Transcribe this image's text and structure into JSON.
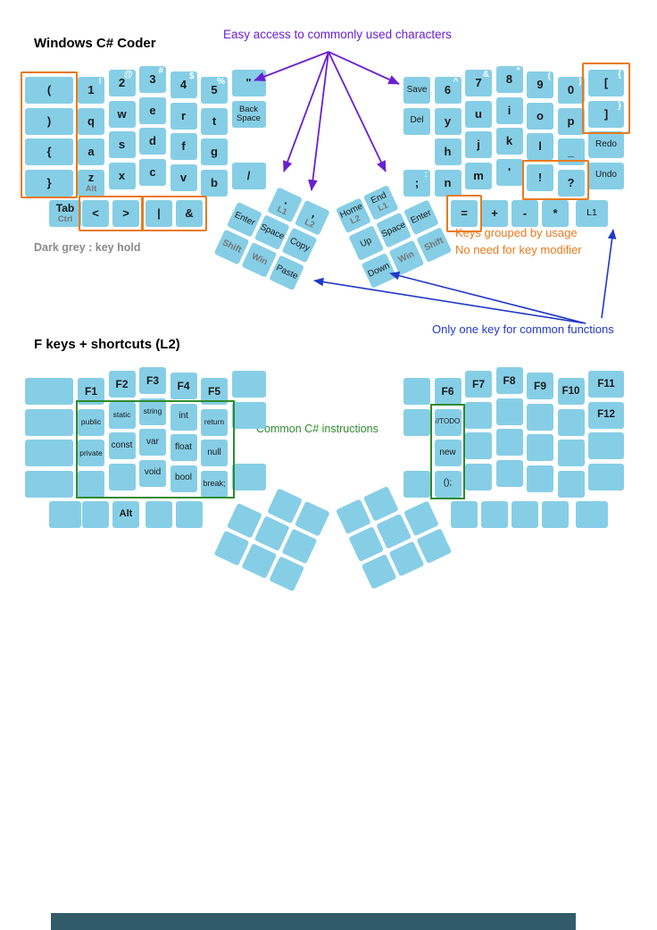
{
  "titles": {
    "layer1": "Windows C# Coder",
    "layer2": "F keys + shortcuts (L2)"
  },
  "annotations": {
    "easy_access": "Easy access to commonly used characters",
    "dark_grey_note": "Dark grey : key hold",
    "grouped_line1": "Keys grouped by usage",
    "grouped_line2": "No need for key modifier",
    "one_key_note": "Only one key for common functions",
    "csharp_note": "Common C# instructions"
  },
  "colors": {
    "key_fill": "#86CEE6",
    "highlight_orange": "#E87A1E",
    "annotation_purple": "#6A1FD1",
    "annotation_blue": "#2038C8",
    "annotation_green": "#2E8B2E",
    "hold_grey": "#767676",
    "bottom_bar": "#305C69"
  },
  "layer1": {
    "left": {
      "main": [
        {
          "r": 0,
          "c": 0,
          "t": "("
        },
        {
          "r": 0,
          "c": 1,
          "t": "1",
          "s": "!"
        },
        {
          "r": 0,
          "c": 2,
          "t": "2",
          "s": "@"
        },
        {
          "r": 0,
          "c": 3,
          "t": "3",
          "s": "#"
        },
        {
          "r": 0,
          "c": 4,
          "t": "4",
          "s": "$"
        },
        {
          "r": 0,
          "c": 5,
          "t": "5",
          "s": "%"
        },
        {
          "r": 0,
          "c": 6,
          "t": "\""
        },
        {
          "r": 1,
          "c": 0,
          "t": ")"
        },
        {
          "r": 1,
          "c": 1,
          "t": "q"
        },
        {
          "r": 1,
          "c": 2,
          "t": "w"
        },
        {
          "r": 1,
          "c": 3,
          "t": "e"
        },
        {
          "r": 1,
          "c": 4,
          "t": "r"
        },
        {
          "r": 1,
          "c": 5,
          "t": "t"
        },
        {
          "r": 1,
          "c": 6,
          "t": "Back Space",
          "fs": 9.5
        },
        {
          "r": 2,
          "c": 0,
          "t": "{"
        },
        {
          "r": 2,
          "c": 1,
          "t": "a"
        },
        {
          "r": 2,
          "c": 2,
          "t": "s"
        },
        {
          "r": 2,
          "c": 3,
          "t": "d"
        },
        {
          "r": 2,
          "c": 4,
          "t": "f"
        },
        {
          "r": 2,
          "c": 5,
          "t": "g"
        },
        {
          "r": 3,
          "c": 0,
          "t": "}"
        },
        {
          "r": 3,
          "c": 1,
          "t": "z",
          "h": "Alt"
        },
        {
          "r": 3,
          "c": 2,
          "t": "x"
        },
        {
          "r": 3,
          "c": 3,
          "t": "c"
        },
        {
          "r": 3,
          "c": 4,
          "t": "v"
        },
        {
          "r": 3,
          "c": 5,
          "t": "b"
        },
        {
          "r": 3,
          "c": 6,
          "t": "/"
        },
        {
          "r": 4,
          "c": 0,
          "t": "Tab",
          "h": "Ctrl",
          "b": 1,
          "fs": 12
        },
        {
          "r": 4,
          "c": 1,
          "t": "<"
        },
        {
          "r": 4,
          "c": 2,
          "t": ">"
        },
        {
          "r": 4,
          "c": 3,
          "t": "|"
        },
        {
          "r": 4,
          "c": 4,
          "t": "&"
        }
      ],
      "thumb": [
        {
          "gr": 0,
          "gc": 1,
          "t": ".",
          "h": "L1"
        },
        {
          "gr": 0,
          "gc": 2,
          "t": ",",
          "h": "L2"
        },
        {
          "gr": 1,
          "gc": 0,
          "t": "Enter"
        },
        {
          "gr": 1,
          "gc": 1,
          "t": "Space"
        },
        {
          "gr": 1,
          "gc": 2,
          "t": "Copy"
        },
        {
          "gr": 2,
          "gc": 0,
          "t": "Shift",
          "tc": "h",
          "b": 1
        },
        {
          "gr": 2,
          "gc": 1,
          "t": "Win",
          "tc": "h",
          "b": 1
        },
        {
          "gr": 2,
          "gc": 2,
          "t": "Paste"
        }
      ]
    },
    "right": {
      "main": [
        {
          "r": 0,
          "c": 0,
          "t": "Save"
        },
        {
          "r": 0,
          "c": 1,
          "t": "6",
          "s": "^"
        },
        {
          "r": 0,
          "c": 2,
          "t": "7",
          "s": "&"
        },
        {
          "r": 0,
          "c": 3,
          "t": "8",
          "s": "*"
        },
        {
          "r": 0,
          "c": 4,
          "t": "9",
          "s": "("
        },
        {
          "r": 0,
          "c": 5,
          "t": "0",
          "s": ")"
        },
        {
          "r": 0,
          "c": 6,
          "t": "[",
          "s": "{"
        },
        {
          "r": 1,
          "c": 0,
          "t": "Del"
        },
        {
          "r": 1,
          "c": 1,
          "t": "y"
        },
        {
          "r": 1,
          "c": 2,
          "t": "u"
        },
        {
          "r": 1,
          "c": 3,
          "t": "i"
        },
        {
          "r": 1,
          "c": 4,
          "t": "o"
        },
        {
          "r": 1,
          "c": 5,
          "t": "p"
        },
        {
          "r": 1,
          "c": 6,
          "t": "]",
          "s": "}"
        },
        {
          "r": 2,
          "c": 1,
          "t": "h"
        },
        {
          "r": 2,
          "c": 2,
          "t": "j"
        },
        {
          "r": 2,
          "c": 3,
          "t": "k"
        },
        {
          "r": 2,
          "c": 4,
          "t": "l"
        },
        {
          "r": 2,
          "c": 5,
          "t": "_"
        },
        {
          "r": 2,
          "c": 6,
          "t": "Redo"
        },
        {
          "r": 3,
          "c": 0,
          "t": ";",
          "s": ":"
        },
        {
          "r": 3,
          "c": 1,
          "t": "n"
        },
        {
          "r": 3,
          "c": 2,
          "t": "m"
        },
        {
          "r": 3,
          "c": 3,
          "t": "'"
        },
        {
          "r": 3,
          "c": 4,
          "t": "!"
        },
        {
          "r": 3,
          "c": 5,
          "t": "?"
        },
        {
          "r": 3,
          "c": 6,
          "t": "Undo"
        },
        {
          "r": 4,
          "c": 0,
          "t": "="
        },
        {
          "r": 4,
          "c": 1,
          "t": "+"
        },
        {
          "r": 4,
          "c": 2,
          "t": "-"
        },
        {
          "r": 4,
          "c": 3,
          "t": "*"
        },
        {
          "r": 4,
          "c": 4,
          "t": "L1",
          "b": 0,
          "fs": 10.5
        }
      ],
      "thumb": [
        {
          "gr": 0,
          "gc": 0,
          "t": "Home",
          "h": "L2"
        },
        {
          "gr": 0,
          "gc": 1,
          "t": "End",
          "h": "L1"
        },
        {
          "gr": 1,
          "gc": 0,
          "t": "Up",
          "b": 0,
          "fs": 10
        },
        {
          "gr": 1,
          "gc": 1,
          "t": "Space"
        },
        {
          "gr": 1,
          "gc": 2,
          "t": "Enter"
        },
        {
          "gr": 2,
          "gc": 0,
          "t": "Down"
        },
        {
          "gr": 2,
          "gc": 1,
          "t": "Win",
          "tc": "h",
          "b": 1
        },
        {
          "gr": 2,
          "gc": 2,
          "t": "Shift",
          "tc": "h",
          "b": 1
        }
      ]
    }
  },
  "layer2": {
    "left": {
      "main": [
        {
          "r": 0,
          "c": 0
        },
        {
          "r": 0,
          "c": 1,
          "t": "F1"
        },
        {
          "r": 0,
          "c": 2,
          "t": "F2"
        },
        {
          "r": 0,
          "c": 3,
          "t": "F3"
        },
        {
          "r": 0,
          "c": 4,
          "t": "F4"
        },
        {
          "r": 0,
          "c": 5,
          "t": "F5"
        },
        {
          "r": 0,
          "c": 6
        },
        {
          "r": 1,
          "c": 0
        },
        {
          "r": 1,
          "c": 1,
          "t": "public"
        },
        {
          "r": 1,
          "c": 2,
          "t": "static"
        },
        {
          "r": 1,
          "c": 3,
          "t": "string"
        },
        {
          "r": 1,
          "c": 4,
          "t": "int"
        },
        {
          "r": 1,
          "c": 5,
          "t": "return"
        },
        {
          "r": 1,
          "c": 6
        },
        {
          "r": 2,
          "c": 0
        },
        {
          "r": 2,
          "c": 1,
          "t": "private"
        },
        {
          "r": 2,
          "c": 2,
          "t": "const"
        },
        {
          "r": 2,
          "c": 3,
          "t": "var"
        },
        {
          "r": 2,
          "c": 4,
          "t": "float"
        },
        {
          "r": 2,
          "c": 5,
          "t": "null"
        },
        {
          "r": 3,
          "c": 0
        },
        {
          "r": 3,
          "c": 1
        },
        {
          "r": 3,
          "c": 2
        },
        {
          "r": 3,
          "c": 3,
          "t": "void"
        },
        {
          "r": 3,
          "c": 4,
          "t": "bool"
        },
        {
          "r": 3,
          "c": 5,
          "t": "break;",
          "fs": 9
        },
        {
          "r": 3,
          "c": 6
        },
        {
          "r": 4,
          "c": 0
        },
        {
          "r": 4,
          "c": 1
        },
        {
          "r": 4,
          "c": 2,
          "t": "Alt",
          "b": 1,
          "fs": 11
        },
        {
          "r": 4,
          "c": 3
        },
        {
          "r": 4,
          "c": 4
        }
      ],
      "thumb": [
        {
          "gr": 0,
          "gc": 1
        },
        {
          "gr": 0,
          "gc": 2
        },
        {
          "gr": 1,
          "gc": 0
        },
        {
          "gr": 1,
          "gc": 1
        },
        {
          "gr": 1,
          "gc": 2
        },
        {
          "gr": 2,
          "gc": 0
        },
        {
          "gr": 2,
          "gc": 1
        },
        {
          "gr": 2,
          "gc": 2
        }
      ]
    },
    "right": {
      "main": [
        {
          "r": 0,
          "c": 0
        },
        {
          "r": 0,
          "c": 1,
          "t": "F6"
        },
        {
          "r": 0,
          "c": 2,
          "t": "F7"
        },
        {
          "r": 0,
          "c": 3,
          "t": "F8"
        },
        {
          "r": 0,
          "c": 4,
          "t": "F9"
        },
        {
          "r": 0,
          "c": 5,
          "t": "F10",
          "b": 1,
          "fs": 11.5
        },
        {
          "r": 0,
          "c": 6,
          "t": "F11",
          "b": 1,
          "fs": 11.5
        },
        {
          "r": 1,
          "c": 0
        },
        {
          "r": 1,
          "c": 1,
          "t": "//TODO",
          "fs": 8
        },
        {
          "r": 1,
          "c": 2
        },
        {
          "r": 1,
          "c": 3
        },
        {
          "r": 1,
          "c": 4
        },
        {
          "r": 1,
          "c": 5
        },
        {
          "r": 1,
          "c": 6,
          "t": "F12",
          "b": 1,
          "fs": 11.5
        },
        {
          "r": 2,
          "c": 1,
          "t": "new"
        },
        {
          "r": 2,
          "c": 2
        },
        {
          "r": 2,
          "c": 3
        },
        {
          "r": 2,
          "c": 4
        },
        {
          "r": 2,
          "c": 5
        },
        {
          "r": 2,
          "c": 6
        },
        {
          "r": 3,
          "c": 0
        },
        {
          "r": 3,
          "c": 1,
          "t": "();"
        },
        {
          "r": 3,
          "c": 2
        },
        {
          "r": 3,
          "c": 3
        },
        {
          "r": 3,
          "c": 4
        },
        {
          "r": 3,
          "c": 5
        },
        {
          "r": 3,
          "c": 6
        },
        {
          "r": 4,
          "c": 0
        },
        {
          "r": 4,
          "c": 1
        },
        {
          "r": 4,
          "c": 2
        },
        {
          "r": 4,
          "c": 3
        },
        {
          "r": 4,
          "c": 4
        }
      ],
      "thumb": [
        {
          "gr": 0,
          "gc": 0
        },
        {
          "gr": 0,
          "gc": 1
        },
        {
          "gr": 1,
          "gc": 0
        },
        {
          "gr": 1,
          "gc": 1
        },
        {
          "gr": 1,
          "gc": 2
        },
        {
          "gr": 2,
          "gc": 0
        },
        {
          "gr": 2,
          "gc": 1
        },
        {
          "gr": 2,
          "gc": 2
        }
      ]
    }
  }
}
